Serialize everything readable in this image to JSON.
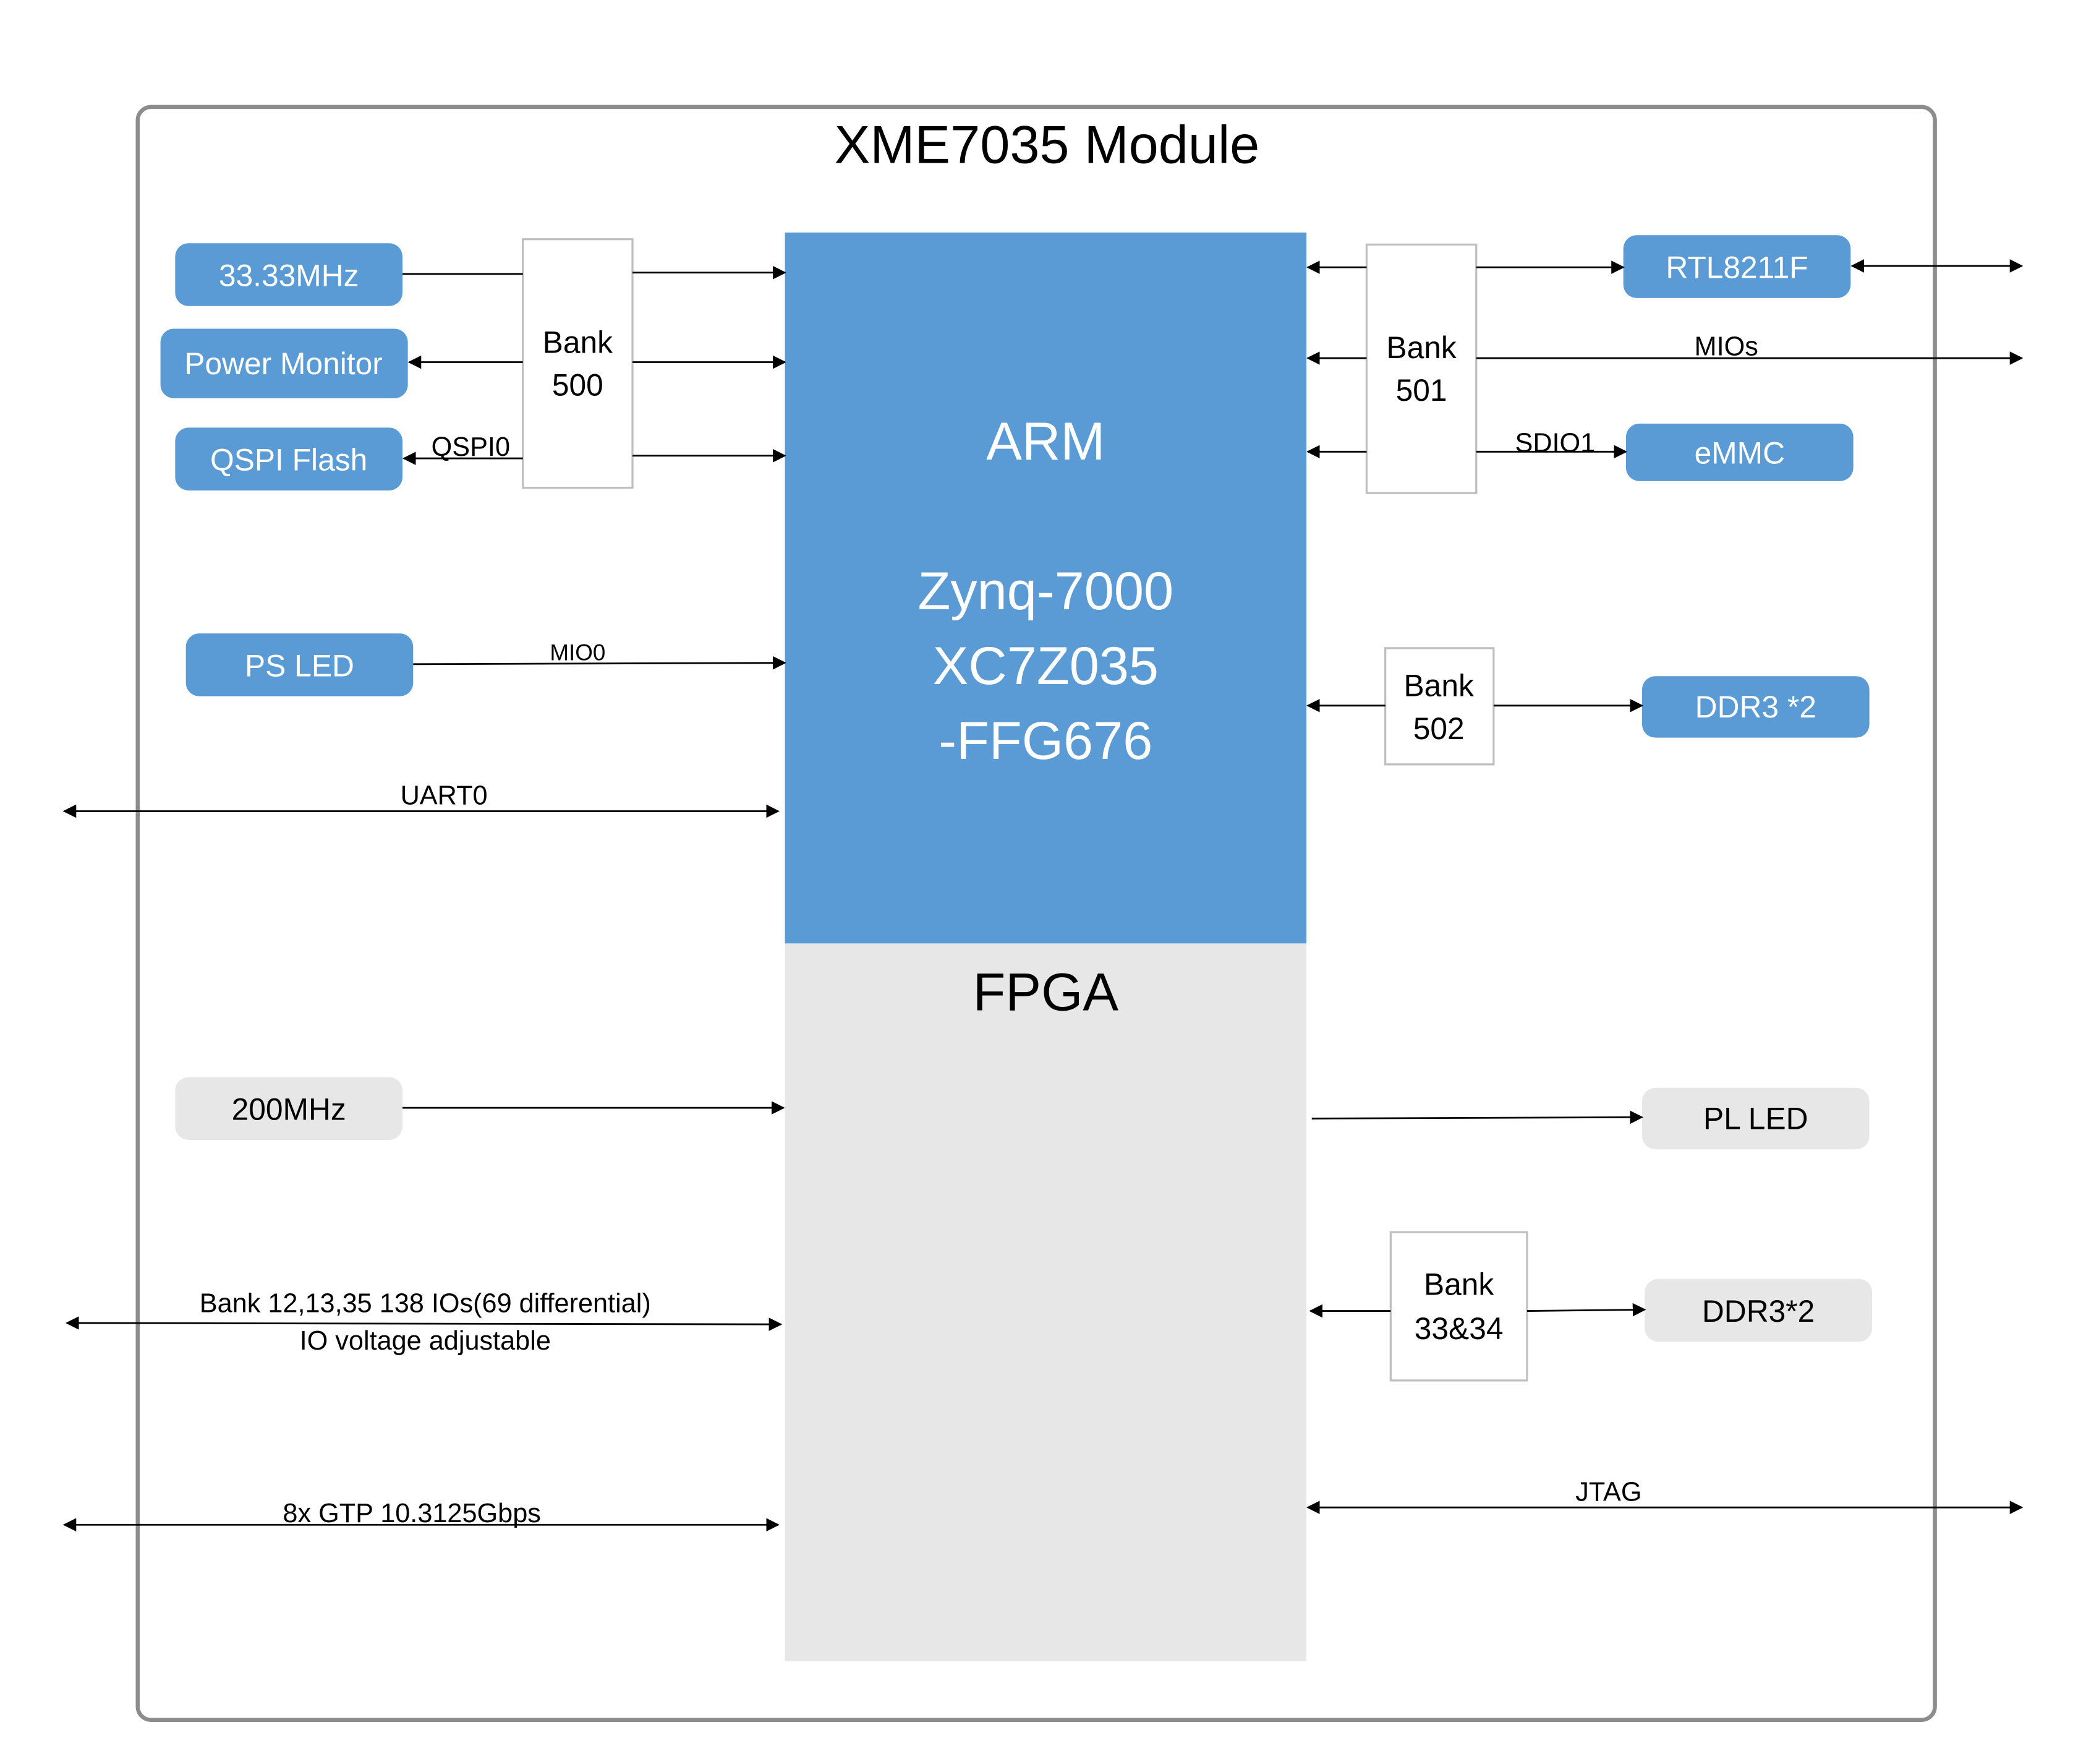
{
  "title": "XME7035 Module",
  "soc": {
    "arm_label": "ARM",
    "chip_line1": "Zynq-7000",
    "chip_line2": "XC7Z035",
    "chip_line3": "-FFG676",
    "fpga_label": "FPGA"
  },
  "blocks": {
    "osc_33": "33.33MHz",
    "power_monitor": "Power Monitor",
    "qspi_flash": "QSPI Flash",
    "ps_led": "PS LED",
    "osc_200": "200MHz",
    "rtl8211f": "RTL8211F",
    "emmc": "eMMC",
    "ddr3_ps": "DDR3 *2",
    "pl_led": "PL LED",
    "ddr3_pl": "DDR3*2"
  },
  "banks": {
    "bank500_line1": "Bank",
    "bank500_line2": "500",
    "bank501_line1": "Bank",
    "bank501_line2": "501",
    "bank502_line1": "Bank",
    "bank502_line2": "502",
    "bank3334_line1": "Bank",
    "bank3334_line2": "33&34"
  },
  "signals": {
    "qspi0": "QSPI0",
    "mio0": "MIO0",
    "uart0": "UART0",
    "mios": "MIOs",
    "sdio1": "SDIO1",
    "jtag": "JTAG",
    "bank_io_line1": "Bank 12,13,35 138 IOs(69 differential)",
    "bank_io_line2": "IO voltage adjustable",
    "gtp": "8x GTP 10.3125Gbps"
  },
  "colors": {
    "ps_blue": "#5B9BD5",
    "pl_gray": "#E7E7E7",
    "frame": "#8C8C8C",
    "bank_border": "#BFBFBF"
  }
}
